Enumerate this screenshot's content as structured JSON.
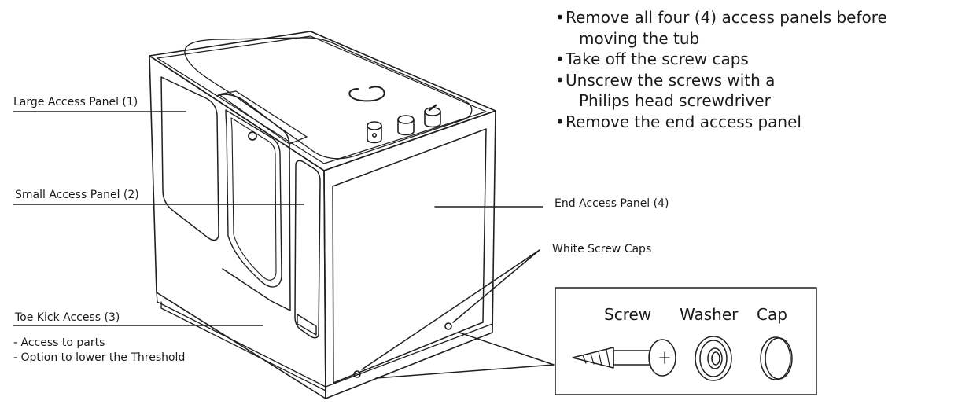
{
  "instructions": [
    {
      "line1": "Remove all four (4) access panels before",
      "line2": "moving the tub"
    },
    {
      "line1": "Take off the screw caps",
      "line2": ""
    },
    {
      "line1": "Unscrew the screws with a",
      "line2": "Philips head screwdriver"
    },
    {
      "line1": "Remove the end access panel",
      "line2": ""
    }
  ],
  "callouts": {
    "large_panel": "Large Access Panel (1)",
    "small_panel": "Small Access Panel (2)",
    "toe_kick": "Toe Kick Access (3)",
    "toe_kick_notes": [
      "- Access to parts",
      "- Option to lower the Threshold"
    ],
    "end_panel": "End Access Panel (4)",
    "screw_caps": "White Screw Caps"
  },
  "hardware": {
    "screw": "Screw",
    "washer": "Washer",
    "cap": "Cap"
  }
}
